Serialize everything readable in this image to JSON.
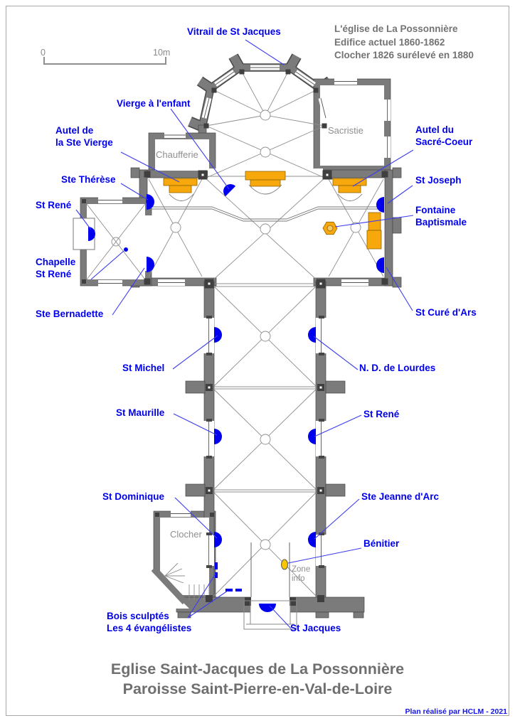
{
  "page": {
    "title_line1": "Eglise Saint-Jacques de La Possonnière",
    "title_line2": "Paroisse Saint-Pierre-en-Val-de-Loire",
    "credit": "Plan réalisé par HCLM - 2021"
  },
  "info_box": {
    "line1": "L'église de La Possonnière",
    "line2": "Edifice actuel 1860-1862",
    "line3": "Clocher 1826 surélevé en 1880"
  },
  "scale_bar": {
    "start": "0",
    "end": "10m"
  },
  "rooms": {
    "chaufferie": "Chaufferie",
    "sacristie": "Sacristie",
    "clocher": "Clocher",
    "zone_info": "Zone\ninfo"
  },
  "labels": {
    "vitrail": "Vitrail de St Jacques",
    "vierge_enfant": "Vierge à l'enfant",
    "autel_ste_vierge": "Autel de\nla Ste Vierge",
    "ste_therese": "Ste Thérèse",
    "st_rene_chapelle": "St René",
    "chapelle_st_rene": "Chapelle\nSt René",
    "ste_bernadette": "Ste Bernadette",
    "autel_sacre_coeur": "Autel du\nSacré-Coeur",
    "st_joseph": "St Joseph",
    "fontaine_baptismale": "Fontaine\nBaptismale",
    "st_cure_ars": "St Curé d'Ars",
    "st_michel": "St Michel",
    "nd_de_lourdes": "N. D. de Lourdes",
    "st_maurille": "St Maurille",
    "st_rene_nef": "St René",
    "st_dominique": "St Dominique",
    "ste_jeanne_arc": "Ste Jeanne d'Arc",
    "benitier": "Bénitier",
    "bois_sculptes": "Bois sculptés\nLes 4 évangélistes",
    "st_jacques": "St Jacques"
  },
  "colors": {
    "label_blue": "#0000EE",
    "statue_blue": "#0000EE",
    "leader_blue": "#3c3cf0",
    "altar_orange": "#F7A80D",
    "wall_gray": "#7b7b7b",
    "wall_outline": "#454545",
    "title_gray": "#6f6f6f",
    "room_label_gray": "#8f8f8f",
    "benitier_gold": "#f7c600"
  }
}
